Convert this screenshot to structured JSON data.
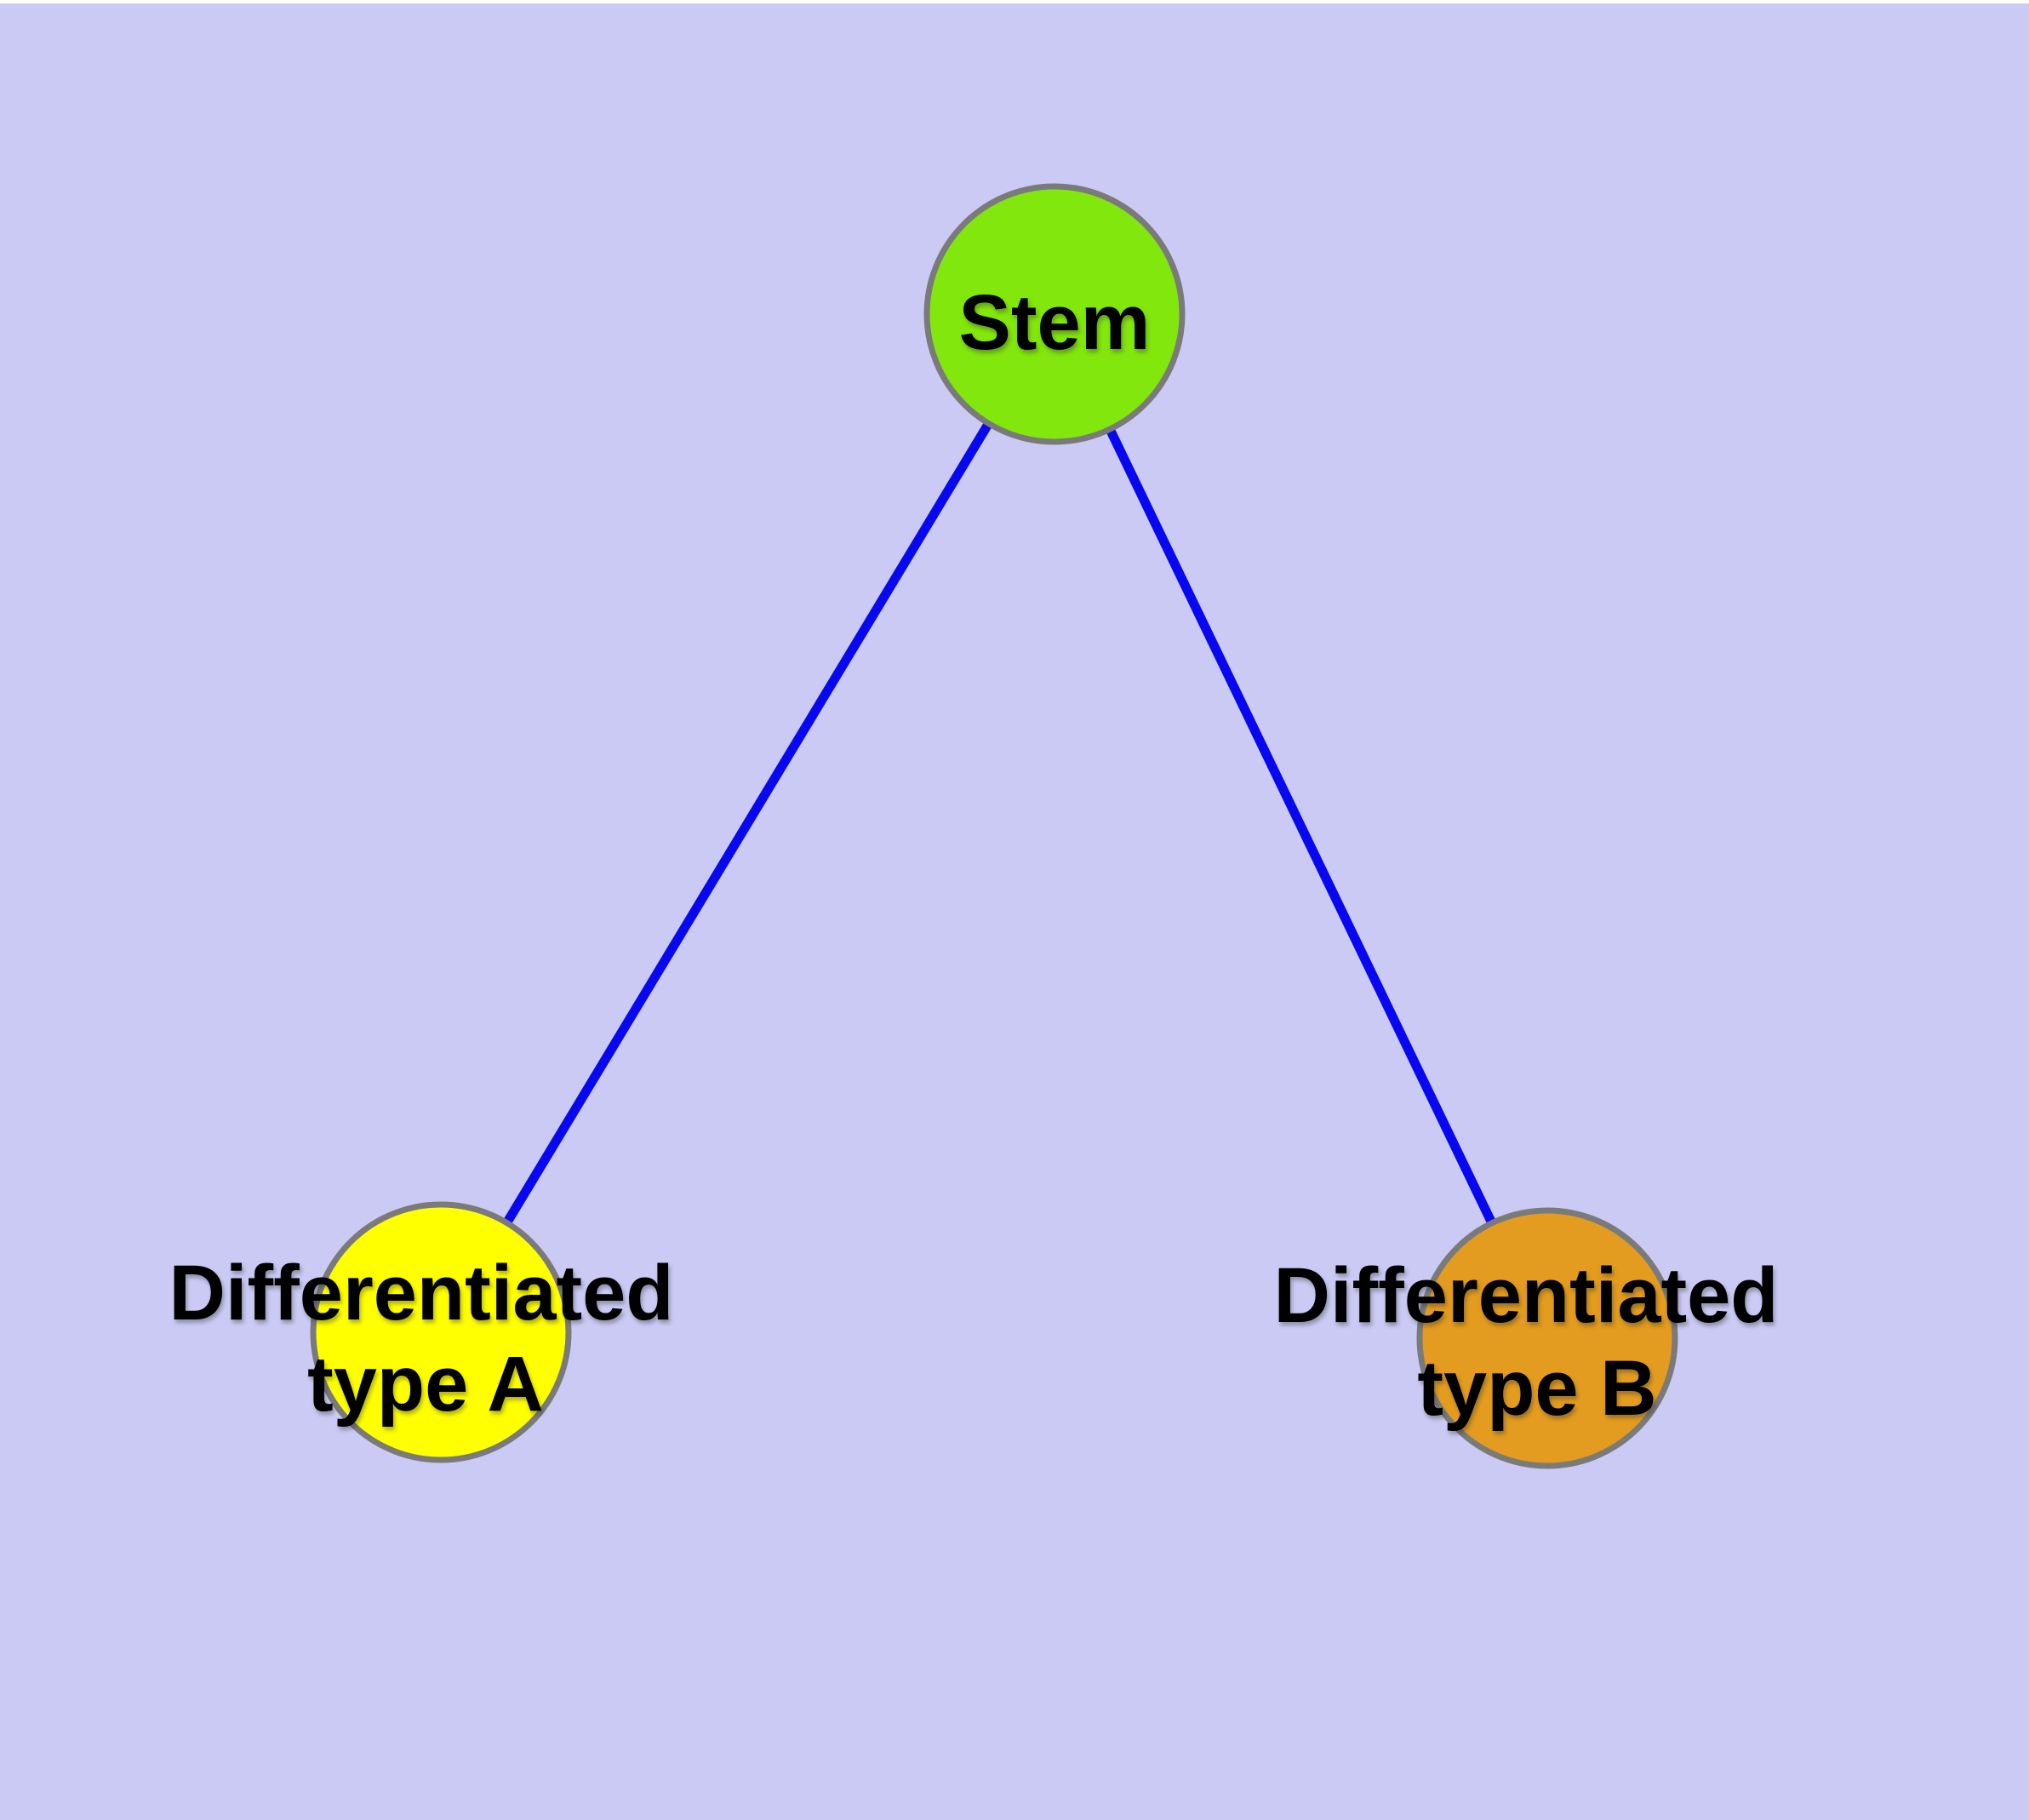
{
  "diagram": {
    "type": "node-link-graph",
    "background_color": "#CACAF4",
    "top_strip_color": "#FFFFFF",
    "edge_color": "#0808F0",
    "node_border_color": "#7A7A7A",
    "label_color": "#000000",
    "nodes": [
      {
        "id": "stem",
        "label": "Stem",
        "fill": "#82E70D"
      },
      {
        "id": "differentiated-type-a",
        "label_line1": "Differentiated",
        "label_line2": "type A",
        "fill": "#FFFF00"
      },
      {
        "id": "differentiated-type-b",
        "label_line1": "Differentiated",
        "label_line2": "type B",
        "fill": "#E39C1F"
      }
    ],
    "edges": [
      {
        "from": "Stem",
        "to": "Differentiated type A"
      },
      {
        "from": "Stem",
        "to": "Differentiated type B"
      }
    ]
  }
}
